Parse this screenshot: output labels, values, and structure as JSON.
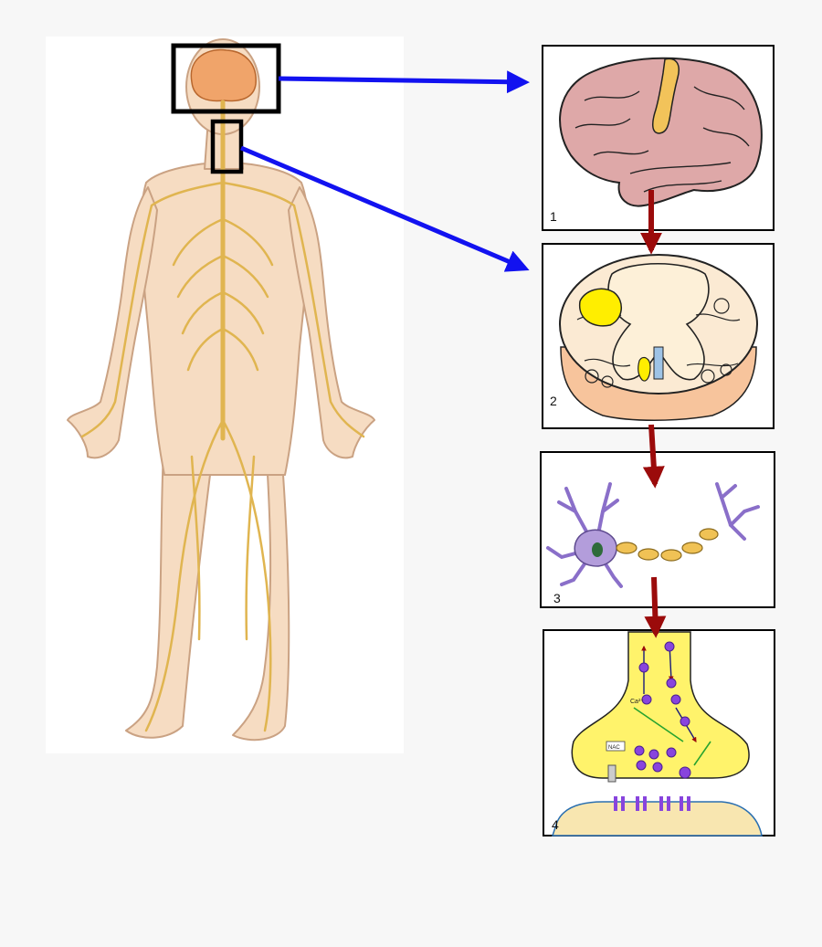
{
  "colors": {
    "background": "#f7f7f7",
    "skin": "#f6dcc2",
    "skin_outline": "#caa283",
    "nerve": "#e0b550",
    "highlight_box": "#000000",
    "zoom_arrow": "#1212f0",
    "flow_arrow": "#9b0b0b",
    "brain": "#dea8a8",
    "motor_strip": "#f2c35a",
    "cord_yellow": "#ffee00",
    "neuron": "#b39ddb",
    "axon": "#f0c255",
    "synapse": "#fff36b",
    "vesicle": "#8844dd"
  },
  "panels": [
    {
      "id": "brain",
      "label": "1"
    },
    {
      "id": "spinal-cord",
      "label": "2"
    },
    {
      "id": "neuron",
      "label": "3"
    },
    {
      "id": "synapse",
      "label": "4"
    }
  ],
  "synapse_labels": {
    "calcium": "Ca²⁺",
    "nac": "NAC"
  }
}
